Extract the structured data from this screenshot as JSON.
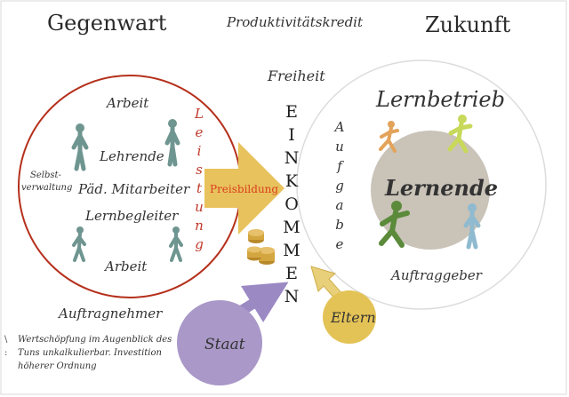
{
  "present_heading": "Gegenwart",
  "future_heading": "Zukunft",
  "credit_title": "Produktivitätskredit",
  "freedom_label": "Freiheit",
  "left_circle": {
    "work_top": "Arbeit",
    "work_bottom": "Arbeit",
    "teachers": "Lehrende",
    "ped_staff": "Päd. Mitarbeiter",
    "learning_guides": "Lernbegleiter",
    "self_admin_line1": "Selbst-",
    "self_admin_line2": "verwaltung",
    "contractor": "Auftragnehmer",
    "performance_letters": [
      "L",
      "e",
      "i",
      "s",
      "t",
      "u",
      "n",
      "g"
    ]
  },
  "price_arrow_label": "Preisbildung",
  "income_letters": [
    "E",
    "I",
    "N",
    "K",
    "O",
    "M",
    "M",
    "E",
    "N"
  ],
  "right_circle": {
    "title": "Lernbetrieb",
    "learners": "Lernende",
    "client": "Auftraggeber",
    "task_letters": [
      "A",
      "u",
      "f",
      "g",
      "a",
      "b",
      "e"
    ]
  },
  "state_label": "Staat",
  "parents_label": "Eltern",
  "footnote_lines": [
    "Wertschöpfung im Augenblick des",
    "Tuns unkalkulierbar. Investition",
    "höherer Ordnung"
  ],
  "colors": {
    "left_circle_stroke": "#b5301c",
    "performance_text": "#c0392b",
    "price_arrow": "#e8c25c",
    "price_text": "#d9401e",
    "learners_disc": "#c9c3b8",
    "learners_text": "#e3b94a",
    "state_disc": "#a998c8",
    "parents_disc": "#e4c356",
    "person_teal": "#6f9590",
    "runner_orange": "#e3a35a",
    "runner_lime": "#c8d85a",
    "runner_green": "#5a8a3a",
    "child_blue": "#8fbad0"
  }
}
